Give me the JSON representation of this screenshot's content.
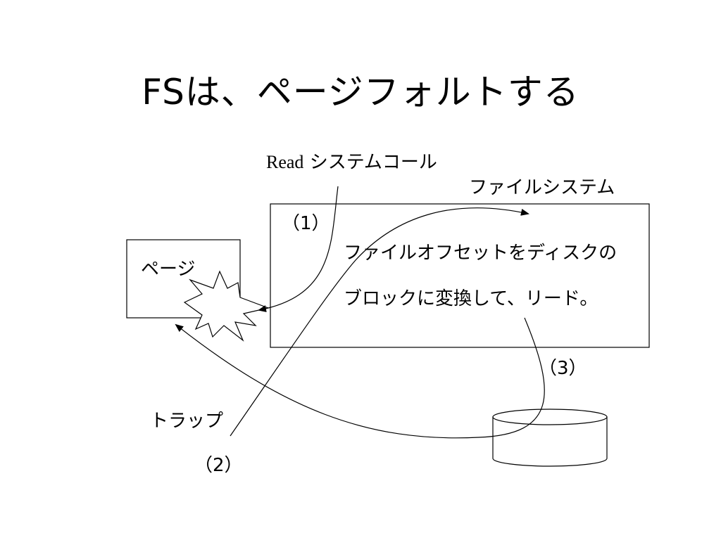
{
  "slide": {
    "title": "FSは、ページフォルトする"
  },
  "labels": {
    "read_prefix": "Read",
    "read_suffix": "システムコール",
    "filesystem": "ファイルシステム",
    "step1": "（1）",
    "step2": "（2）",
    "step3": "（3）",
    "page": "ページ",
    "trap": "トラップ",
    "desc_line1": "ファイルオフセットをディスクの",
    "desc_line2": "ブロックに変換して、リード。"
  },
  "icons": {
    "fault": "explosion-burst-icon",
    "disk": "disk-cylinder-icon"
  },
  "colors": {
    "line": "#000000",
    "background": "#ffffff"
  }
}
